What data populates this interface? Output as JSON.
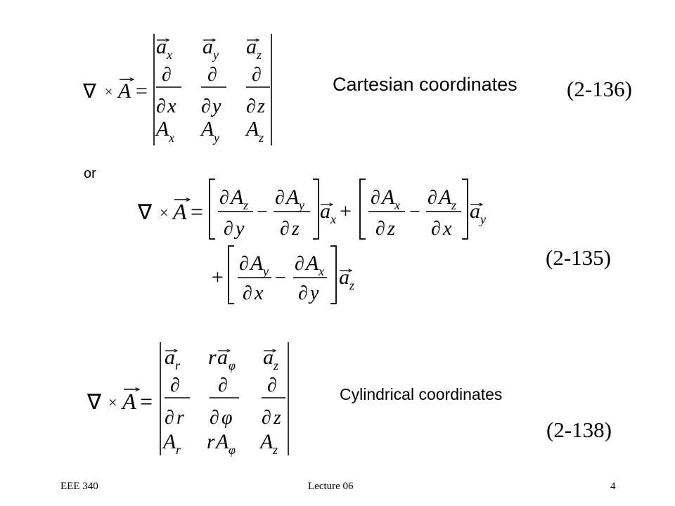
{
  "slide": {
    "labels": {
      "cartesian": "Cartesian coordinates",
      "or": "or",
      "cylindrical": "Cylindrical coordinates"
    },
    "equation_numbers": {
      "cartesian": "(2-136)",
      "expanded": "(2-135)",
      "cylindrical": "(2-138)"
    },
    "footer": {
      "course": "EEE 340",
      "lecture": "Lecture 06",
      "page": "4"
    }
  },
  "equations": {
    "curl_lhs": "∇ × A =",
    "cartesian_matrix": [
      [
        "a_x",
        "a_y",
        "a_z"
      ],
      [
        "∂/∂x",
        "∂/∂y",
        "∂/∂z"
      ],
      [
        "A_x",
        "A_y",
        "A_z"
      ]
    ],
    "expanded_terms": [
      "[∂A_z/∂y − ∂A_y/∂z] a_x",
      "+ [∂A_x/∂z − ∂A_z/∂x] a_y",
      "+ [∂A_y/∂x − ∂A_x/∂y] a_z"
    ],
    "cylindrical_matrix": [
      [
        "a_r",
        "r a_φ",
        "a_z"
      ],
      [
        "∂/∂r",
        "∂/∂φ",
        "∂/∂z"
      ],
      [
        "A_r",
        "r A_φ",
        "A_z"
      ]
    ]
  }
}
